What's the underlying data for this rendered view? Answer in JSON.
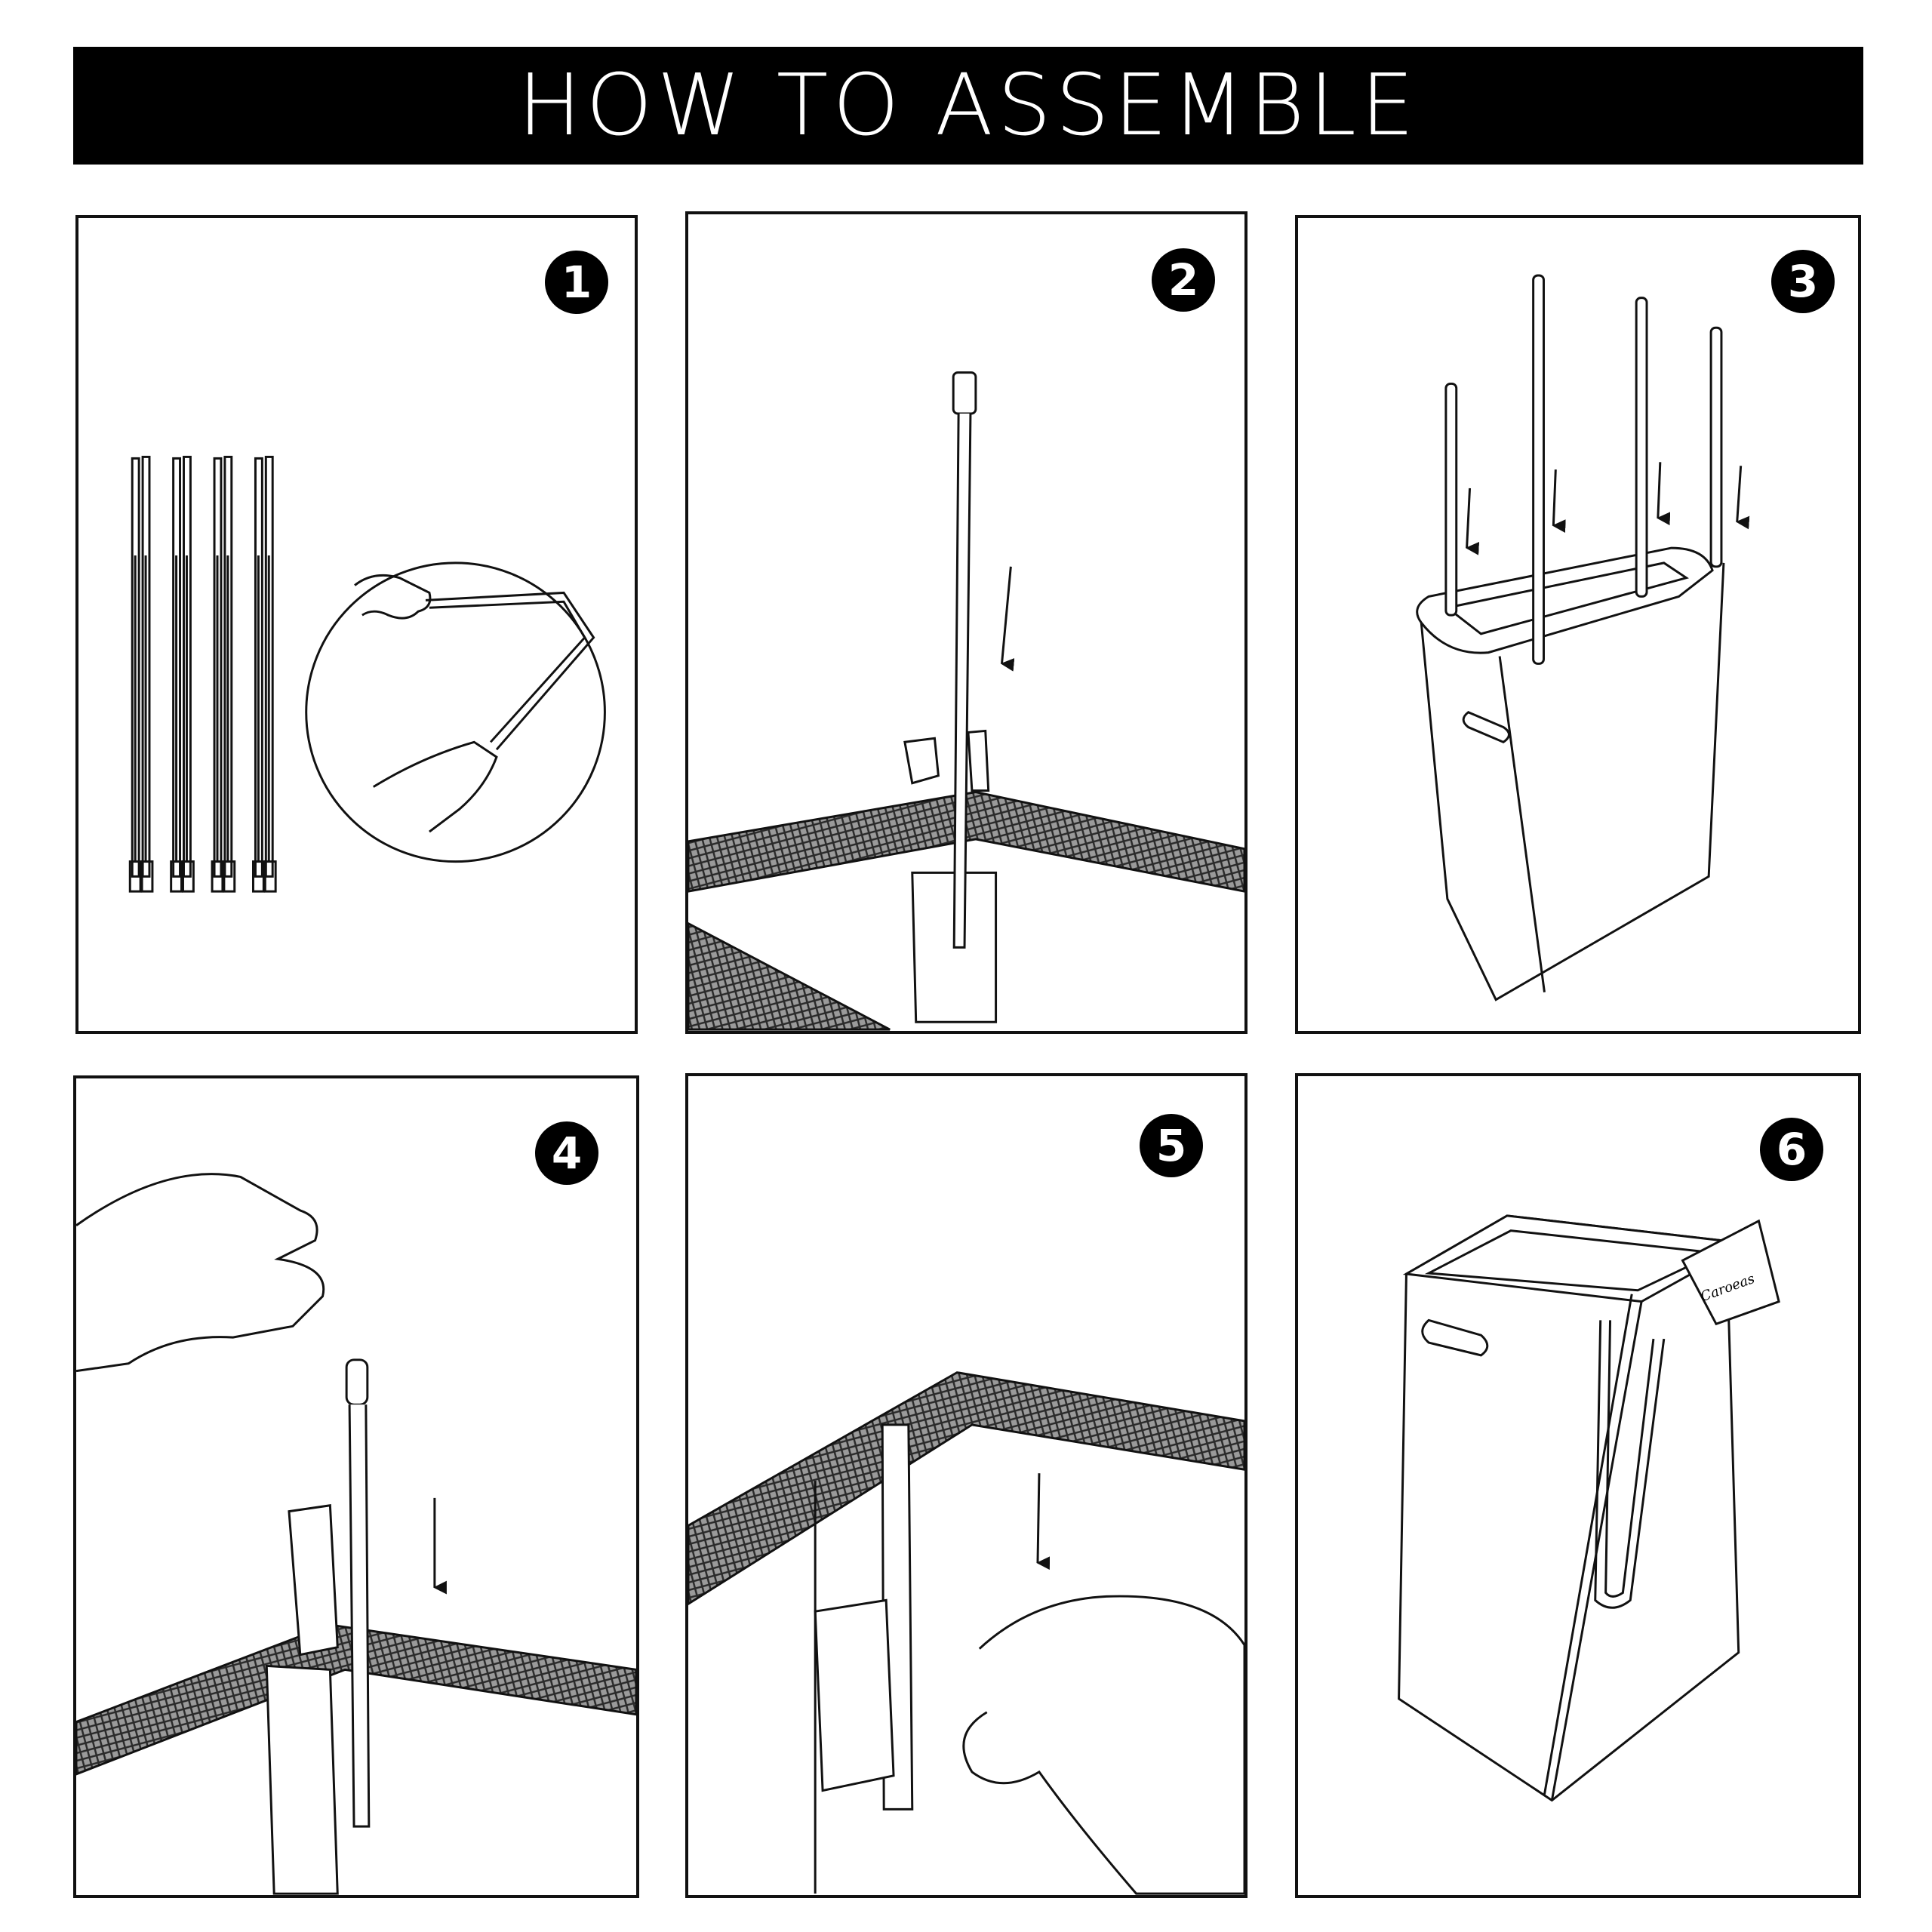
{
  "header": {
    "title": "HOW TO ASSEMBLE"
  },
  "steps": [
    {
      "number": "1"
    },
    {
      "number": "2"
    },
    {
      "number": "3"
    },
    {
      "number": "4"
    },
    {
      "number": "5"
    },
    {
      "number": "6",
      "tag_text": "Caroeas"
    }
  ]
}
